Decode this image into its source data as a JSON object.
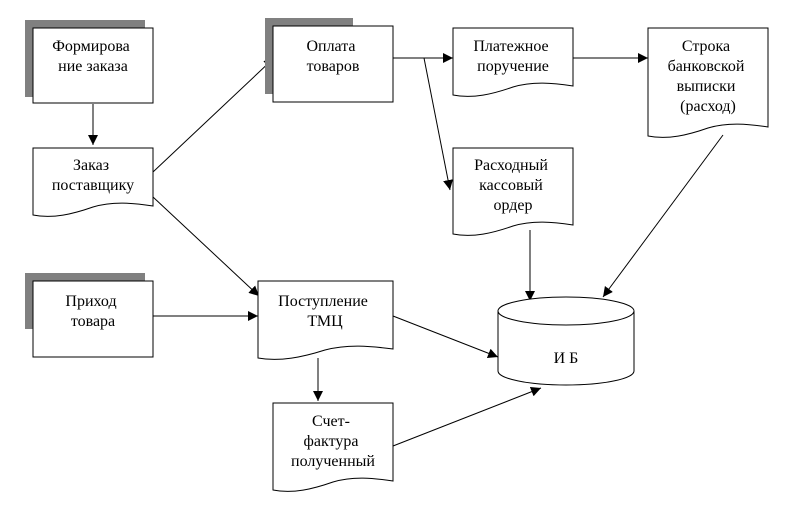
{
  "nodes": {
    "formirovanie": [
      "Формирова",
      "ние заказа"
    ],
    "zakaz": [
      "Заказ",
      "поставщику"
    ],
    "prihod": [
      "Приход",
      "товара"
    ],
    "oplata": [
      "Оплата",
      "товаров"
    ],
    "platezhnoe": [
      "Платежное",
      "поручение"
    ],
    "stroka": [
      "Строка",
      "банковской",
      "выписки",
      "(расход)"
    ],
    "rashodny": [
      "Расходный",
      "кассовый",
      "ордер"
    ],
    "postuplenie": [
      "Поступление",
      "ТМЦ"
    ],
    "schet": [
      "Счет-",
      "фактура",
      "полученный"
    ],
    "ib": [
      "И Б"
    ]
  },
  "colors": {
    "line": "#000000",
    "fill": "#ffffff",
    "shadow": "#808080"
  }
}
